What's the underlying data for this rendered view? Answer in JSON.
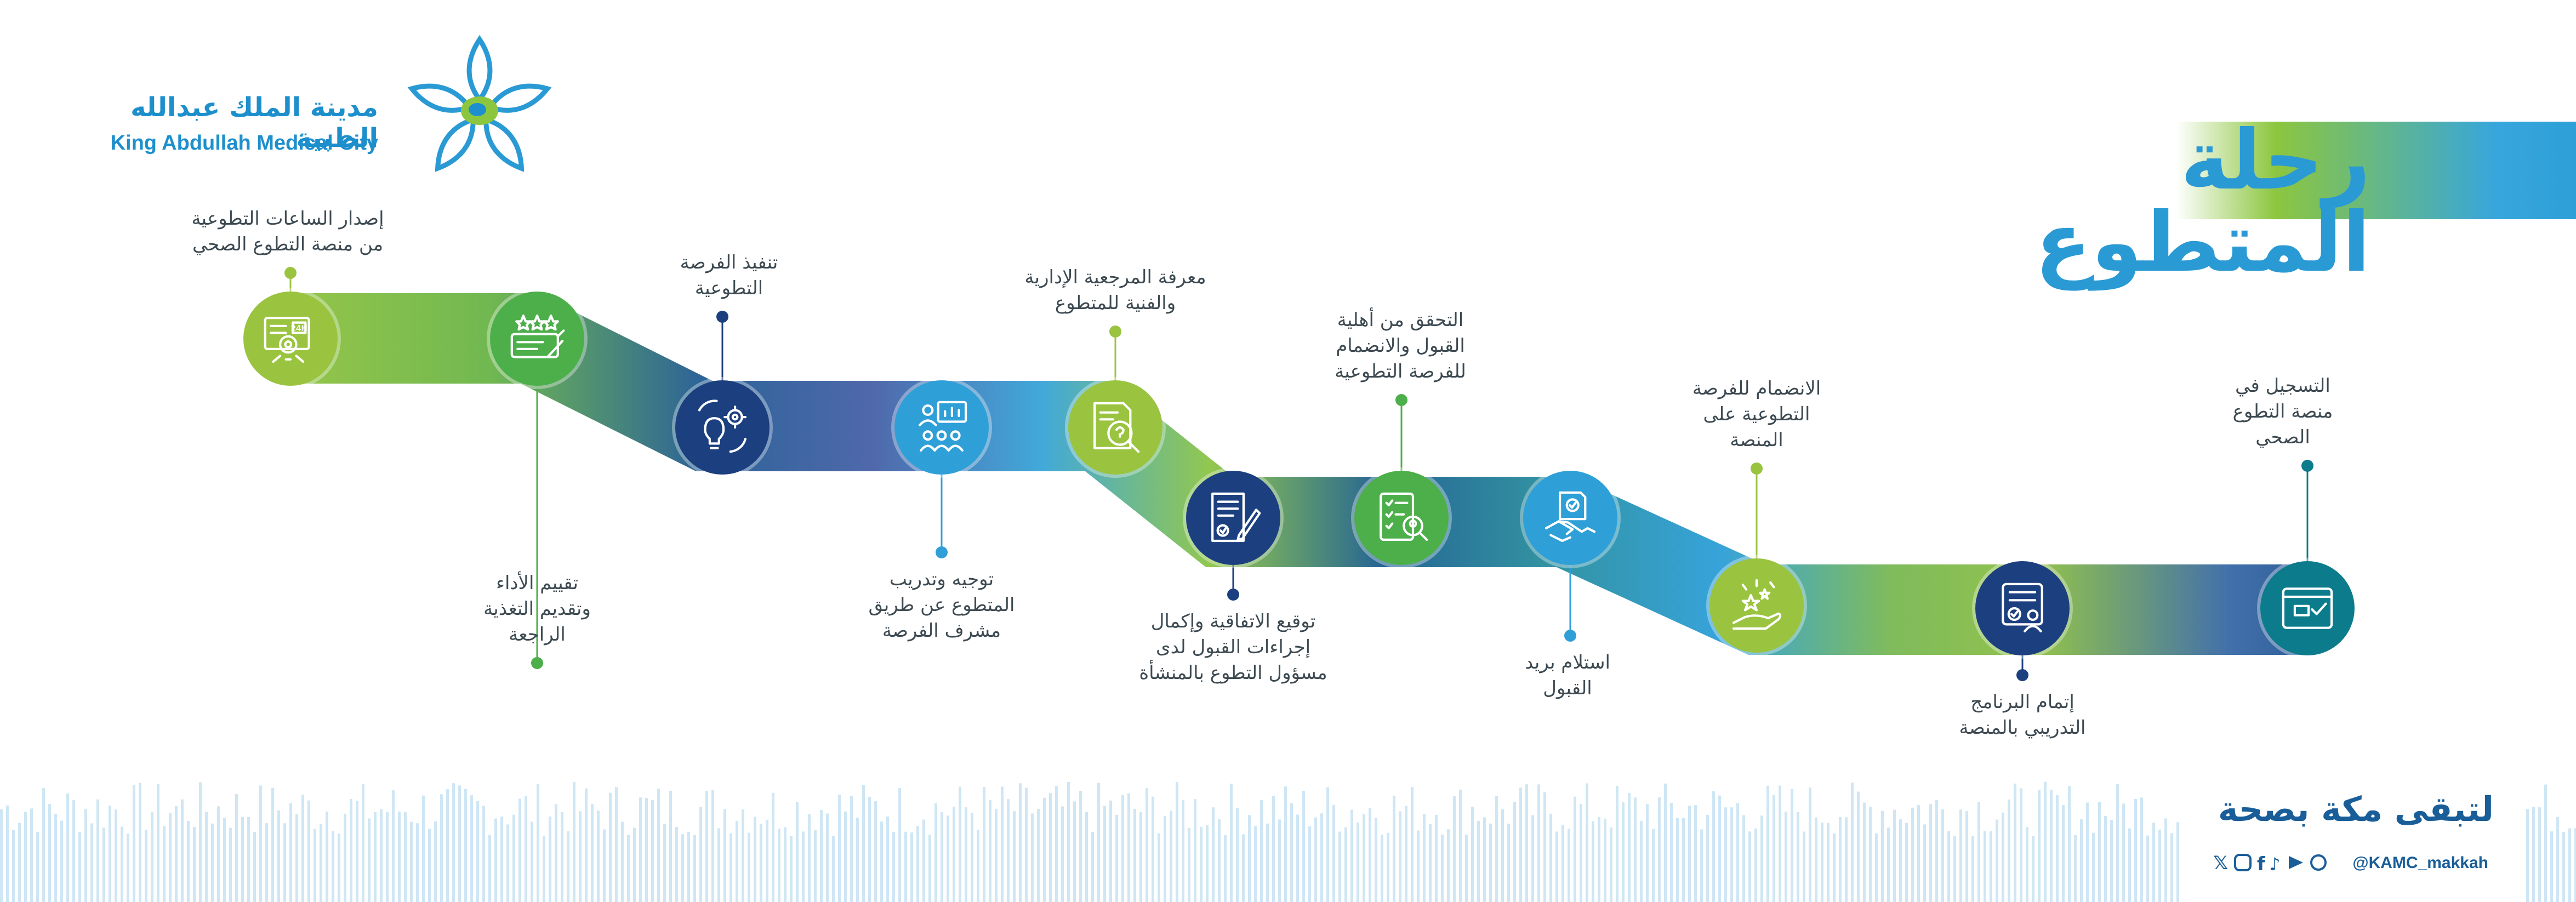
{
  "header": {
    "title": "رحلة المتطوع",
    "logo_ar": "مدينة الملك عبدالله الطبية",
    "logo_en": "King Abdullah Medical City"
  },
  "footer": {
    "slogan": "لتبقى مكة بصحة",
    "handle": "@KAMC_makkah"
  },
  "steps": [
    {
      "lines": [
        "التسجيل في",
        "منصة التطوع",
        "الصحي"
      ],
      "icon": "browser-check-icon"
    },
    {
      "lines": [
        "إتمام البرنامج",
        "التدريبي بالمنصة"
      ],
      "icon": "training-user-icon"
    },
    {
      "lines": [
        "الانضمام للفرصة",
        "التطوعية على",
        "المنصة"
      ],
      "icon": "hand-stars-icon"
    },
    {
      "lines": [
        "استلام بريد",
        "القبول"
      ],
      "icon": "handshake-document-icon"
    },
    {
      "lines": [
        "التحقق من أهلية",
        "القبول والانضمام",
        "للفرصة التطوعية"
      ],
      "icon": "checklist-search-icon"
    },
    {
      "lines": [
        "توقيع الاتفاقية وإكمال",
        "إجراءات القبول لدى",
        "مسؤول التطوع بالمنشأة"
      ],
      "icon": "sign-document-icon"
    },
    {
      "lines": [
        "معرفة المرجعية الإدارية",
        "والفنية للمتطوع"
      ],
      "icon": "document-question-icon"
    },
    {
      "lines": [
        "توجيه وتدريب",
        "المتطوع عن طريق",
        "مشرف الفرصة"
      ],
      "icon": "presentation-group-icon"
    },
    {
      "lines": [
        "تنفيذ الفرصة",
        "التطوعية"
      ],
      "icon": "idea-gear-icon"
    },
    {
      "lines": [
        "تقييم الأداء",
        "وتقديم التغذية",
        "الراجعة"
      ],
      "icon": "rating-stars-icon"
    },
    {
      "lines": [
        "إصدار الساعات التطوعية",
        "من منصة التطوع الصحي"
      ],
      "icon": "certificate-24h-icon"
    }
  ],
  "colors": {
    "green": "#8cc63f",
    "light_green": "#9ac440",
    "mid_green": "#4caf4a",
    "light_blue": "#2f9fd8",
    "navy": "#1c3f7f",
    "teal": "#0c7c8c",
    "title_blue": "#2a9ad5"
  }
}
